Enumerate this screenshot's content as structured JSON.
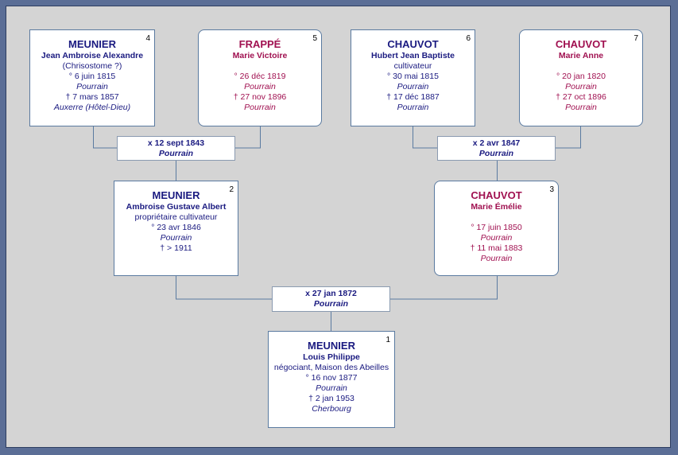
{
  "persons": {
    "p4": {
      "num": "4",
      "surname": "MEUNIER",
      "given": "Jean  Ambroise Alexandre",
      "extra": "(Chrisostome ?)",
      "birth": "° 6 juin 1815",
      "birth_place": "Pourrain",
      "death": "† 7 mars 1857",
      "death_place": "Auxerre (Hôtel-Dieu)"
    },
    "p5": {
      "num": "5",
      "surname": "FRAPPÉ",
      "given": "Marie Victoire",
      "birth": "° 26 déc 1819",
      "birth_place": "Pourrain",
      "death": "† 27 nov 1896",
      "death_place": "Pourrain"
    },
    "p6": {
      "num": "6",
      "surname": "CHAUVOT",
      "given": "Hubert Jean Baptiste",
      "occupation": "cultivateur",
      "birth": "° 30 mai 1815",
      "birth_place": "Pourrain",
      "death": "† 17 déc 1887",
      "death_place": "Pourrain"
    },
    "p7": {
      "num": "7",
      "surname": "CHAUVOT",
      "given": "Marie Anne",
      "birth": "° 20 jan 1820",
      "birth_place": "Pourrain",
      "death": "† 27 oct 1896",
      "death_place": "Pourrain"
    },
    "p2": {
      "num": "2",
      "surname": "MEUNIER",
      "given": "Ambroise Gustave Albert",
      "occupation": "propriétaire cultivateur",
      "birth": "° 23 avr 1846",
      "birth_place": "Pourrain",
      "death": "† > 1911"
    },
    "p3": {
      "num": "3",
      "surname": "CHAUVOT",
      "given": "Marie Émélie",
      "birth": "° 17 juin 1850",
      "birth_place": "Pourrain",
      "death": "† 11 mai 1883",
      "death_place": "Pourrain"
    },
    "p1": {
      "num": "1",
      "surname": "MEUNIER",
      "given": "Louis Philippe",
      "occupation": "négociant, Maison des Abeilles",
      "birth": "° 16 nov 1877",
      "birth_place": "Pourrain",
      "death": "† 2 jan 1953",
      "death_place": "Cherbourg"
    }
  },
  "marriages": {
    "m45": {
      "date": "x 12 sept 1843",
      "place": "Pourrain"
    },
    "m67": {
      "date": "x 2 avr 1847",
      "place": "Pourrain"
    },
    "m23": {
      "date": "x 27 jan 1872",
      "place": "Pourrain"
    }
  },
  "colors": {
    "male": "#1a1a80",
    "female": "#a01050",
    "background": "#d4d4d4",
    "frame": "#5b6e96",
    "line": "#5a7aa0"
  }
}
